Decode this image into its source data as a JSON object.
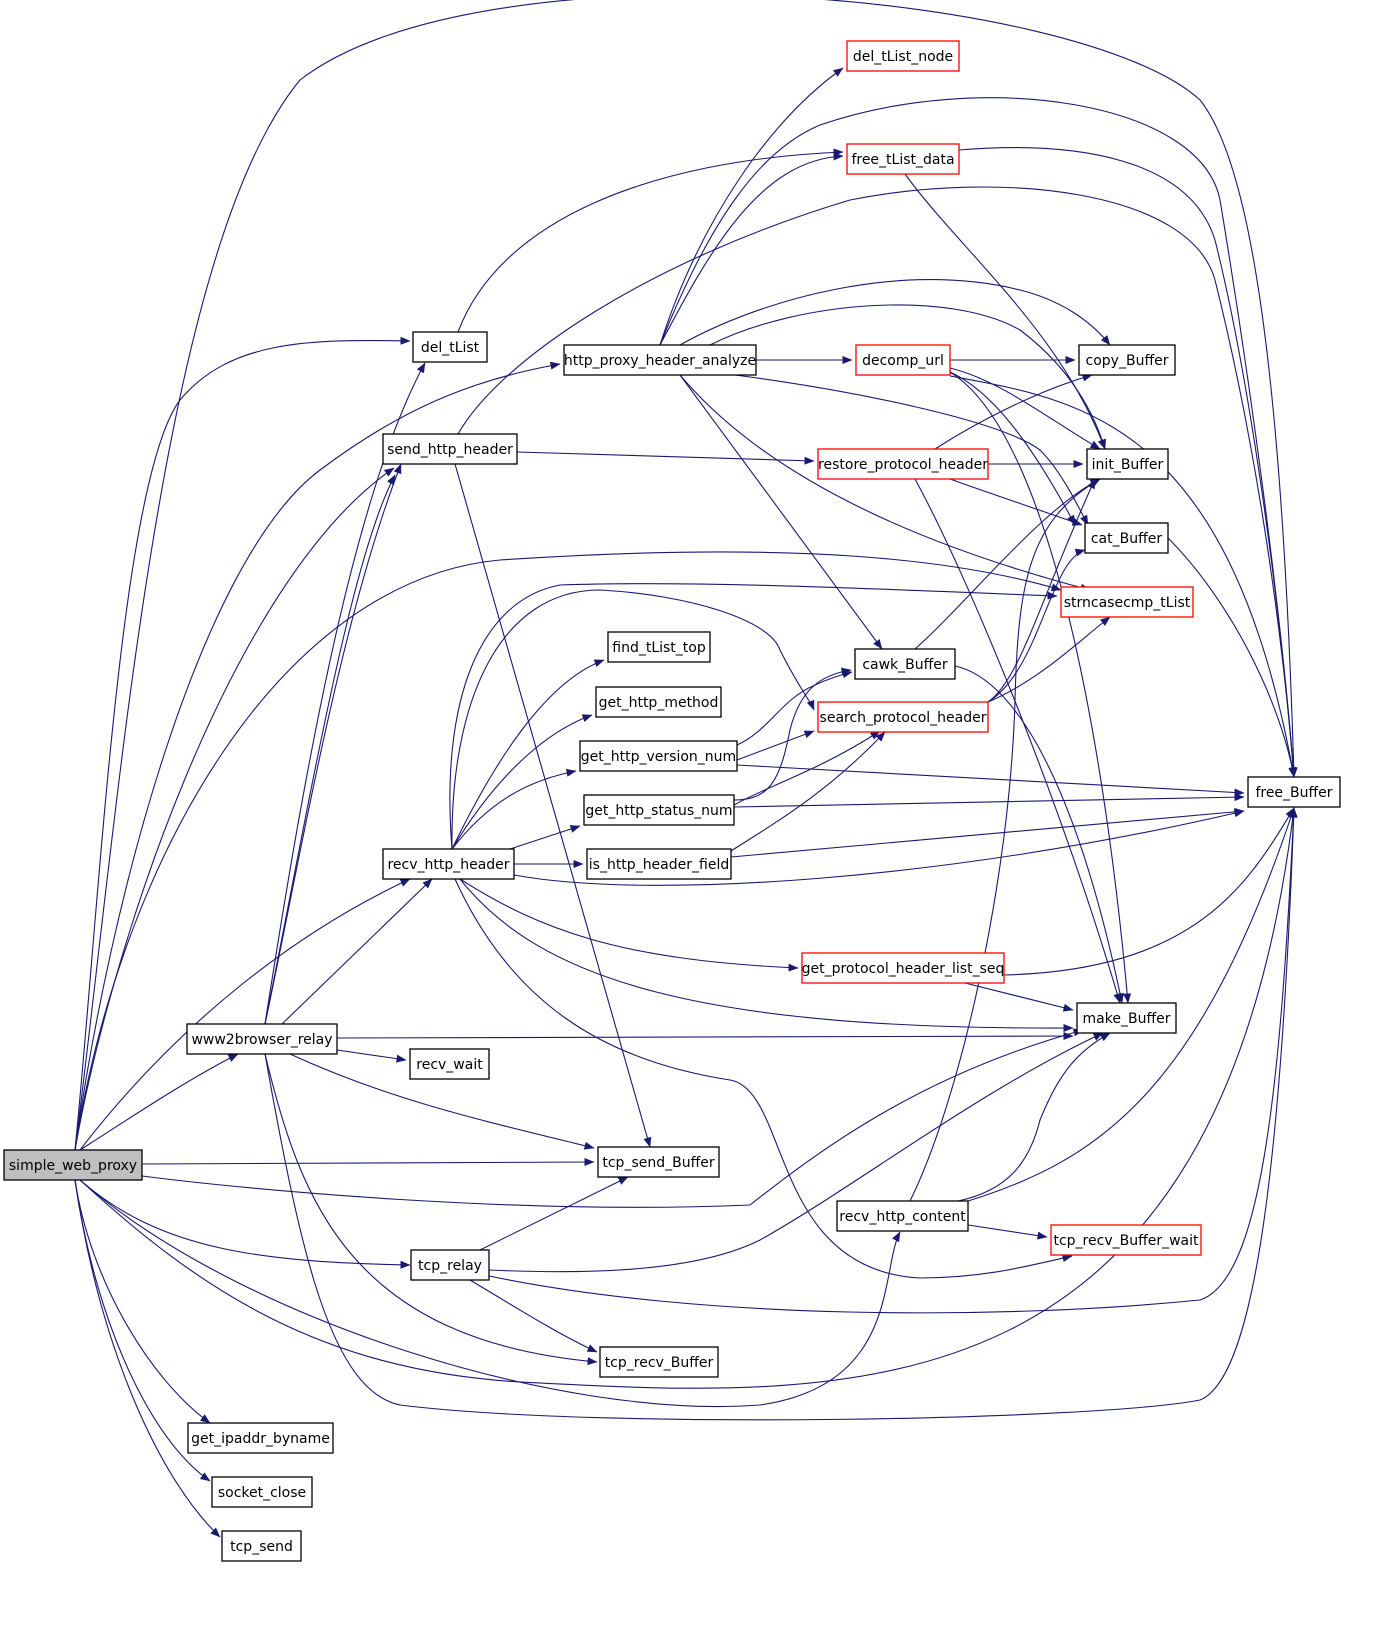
{
  "graph": {
    "type": "call-graph",
    "colors": {
      "edge": "#191970",
      "border_normal": "#000000",
      "border_truncated": "#ff0000",
      "fill_root": "#bfbfbf",
      "fill_normal": "#ffffff"
    },
    "nodes": [
      {
        "id": "simple_web_proxy",
        "label": "simple_web_proxy",
        "style": "root"
      },
      {
        "id": "del_tList_node",
        "label": "del_tList_node",
        "style": "truncated"
      },
      {
        "id": "free_tList_data",
        "label": "free_tList_data",
        "style": "truncated"
      },
      {
        "id": "del_tList",
        "label": "del_tList",
        "style": "normal"
      },
      {
        "id": "http_proxy_header_analyze",
        "label": "http_proxy_header_analyze",
        "style": "normal"
      },
      {
        "id": "decomp_url",
        "label": "decomp_url",
        "style": "truncated"
      },
      {
        "id": "copy_Buffer",
        "label": "copy_Buffer",
        "style": "normal"
      },
      {
        "id": "send_http_header",
        "label": "send_http_header",
        "style": "normal"
      },
      {
        "id": "restore_protocol_header",
        "label": "restore_protocol_header",
        "style": "truncated"
      },
      {
        "id": "init_Buffer",
        "label": "init_Buffer",
        "style": "normal"
      },
      {
        "id": "cat_Buffer",
        "label": "cat_Buffer",
        "style": "normal"
      },
      {
        "id": "strncasecmp_tList",
        "label": "strncasecmp_tList",
        "style": "truncated"
      },
      {
        "id": "find_tList_top",
        "label": "find_tList_top",
        "style": "normal"
      },
      {
        "id": "cawk_Buffer",
        "label": "cawk_Buffer",
        "style": "normal"
      },
      {
        "id": "get_http_method",
        "label": "get_http_method",
        "style": "normal"
      },
      {
        "id": "search_protocol_header",
        "label": "search_protocol_header",
        "style": "truncated"
      },
      {
        "id": "get_http_version_num",
        "label": "get_http_version_num",
        "style": "normal"
      },
      {
        "id": "free_Buffer",
        "label": "free_Buffer",
        "style": "normal"
      },
      {
        "id": "get_http_status_num",
        "label": "get_http_status_num",
        "style": "normal"
      },
      {
        "id": "recv_http_header",
        "label": "recv_http_header",
        "style": "normal"
      },
      {
        "id": "is_http_header_field",
        "label": "is_http_header_field",
        "style": "normal"
      },
      {
        "id": "get_protocol_header_list_seq",
        "label": "get_protocol_header_list_seq",
        "style": "truncated"
      },
      {
        "id": "www2browser_relay",
        "label": "www2browser_relay",
        "style": "normal"
      },
      {
        "id": "make_Buffer",
        "label": "make_Buffer",
        "style": "normal"
      },
      {
        "id": "recv_wait",
        "label": "recv_wait",
        "style": "normal"
      },
      {
        "id": "tcp_send_Buffer",
        "label": "tcp_send_Buffer",
        "style": "normal"
      },
      {
        "id": "recv_http_content",
        "label": "recv_http_content",
        "style": "normal"
      },
      {
        "id": "tcp_recv_Buffer_wait",
        "label": "tcp_recv_Buffer_wait",
        "style": "truncated"
      },
      {
        "id": "tcp_relay",
        "label": "tcp_relay",
        "style": "normal"
      },
      {
        "id": "tcp_recv_Buffer",
        "label": "tcp_recv_Buffer",
        "style": "normal"
      },
      {
        "id": "get_ipaddr_byname",
        "label": "get_ipaddr_byname",
        "style": "normal"
      },
      {
        "id": "socket_close",
        "label": "socket_close",
        "style": "normal"
      },
      {
        "id": "tcp_send",
        "label": "tcp_send",
        "style": "normal"
      }
    ],
    "edges": [
      [
        "simple_web_proxy",
        "del_tList"
      ],
      [
        "simple_web_proxy",
        "http_proxy_header_analyze"
      ],
      [
        "simple_web_proxy",
        "send_http_header"
      ],
      [
        "simple_web_proxy",
        "recv_http_header"
      ],
      [
        "simple_web_proxy",
        "www2browser_relay"
      ],
      [
        "simple_web_proxy",
        "tcp_send_Buffer"
      ],
      [
        "simple_web_proxy",
        "make_Buffer"
      ],
      [
        "simple_web_proxy",
        "recv_http_content"
      ],
      [
        "simple_web_proxy",
        "tcp_relay"
      ],
      [
        "simple_web_proxy",
        "free_Buffer"
      ],
      [
        "simple_web_proxy",
        "free_Buffer"
      ],
      [
        "simple_web_proxy",
        "get_ipaddr_byname"
      ],
      [
        "simple_web_proxy",
        "socket_close"
      ],
      [
        "simple_web_proxy",
        "tcp_send"
      ],
      [
        "simple_web_proxy",
        "strncasecmp_tList"
      ],
      [
        "del_tList",
        "free_tList_data"
      ],
      [
        "free_tList_data",
        "free_Buffer"
      ],
      [
        "free_tList_data",
        "init_Buffer"
      ],
      [
        "http_proxy_header_analyze",
        "del_tList_node"
      ],
      [
        "http_proxy_header_analyze",
        "free_Buffer"
      ],
      [
        "http_proxy_header_analyze",
        "free_tList_data"
      ],
      [
        "http_proxy_header_analyze",
        "decomp_url"
      ],
      [
        "http_proxy_header_analyze",
        "copy_Buffer"
      ],
      [
        "http_proxy_header_analyze",
        "init_Buffer"
      ],
      [
        "http_proxy_header_analyze",
        "cat_Buffer"
      ],
      [
        "http_proxy_header_analyze",
        "strncasecmp_tList"
      ],
      [
        "http_proxy_header_analyze",
        "cawk_Buffer"
      ],
      [
        "decomp_url",
        "copy_Buffer"
      ],
      [
        "decomp_url",
        "init_Buffer"
      ],
      [
        "decomp_url",
        "cat_Buffer"
      ],
      [
        "decomp_url",
        "free_Buffer"
      ],
      [
        "decomp_url",
        "make_Buffer"
      ],
      [
        "send_http_header",
        "free_Buffer"
      ],
      [
        "send_http_header",
        "restore_protocol_header"
      ],
      [
        "send_http_header",
        "tcp_send_Buffer"
      ],
      [
        "restore_protocol_header",
        "copy_Buffer"
      ],
      [
        "restore_protocol_header",
        "init_Buffer"
      ],
      [
        "restore_protocol_header",
        "cat_Buffer"
      ],
      [
        "restore_protocol_header",
        "make_Buffer"
      ],
      [
        "cat_Buffer",
        "free_Buffer"
      ],
      [
        "cawk_Buffer",
        "init_Buffer"
      ],
      [
        "cawk_Buffer",
        "make_Buffer"
      ],
      [
        "search_protocol_header",
        "init_Buffer"
      ],
      [
        "search_protocol_header",
        "cat_Buffer"
      ],
      [
        "search_protocol_header",
        "strncasecmp_tList"
      ],
      [
        "get_http_version_num",
        "cawk_Buffer"
      ],
      [
        "get_http_version_num",
        "search_protocol_header"
      ],
      [
        "get_http_version_num",
        "free_Buffer"
      ],
      [
        "get_http_status_num",
        "cawk_Buffer"
      ],
      [
        "get_http_status_num",
        "search_protocol_header"
      ],
      [
        "get_http_status_num",
        "free_Buffer"
      ],
      [
        "is_http_header_field",
        "search_protocol_header"
      ],
      [
        "is_http_header_field",
        "free_Buffer"
      ],
      [
        "recv_http_header",
        "strncasecmp_tList"
      ],
      [
        "recv_http_header",
        "search_protocol_header"
      ],
      [
        "recv_http_header",
        "find_tList_top"
      ],
      [
        "recv_http_header",
        "get_http_method"
      ],
      [
        "recv_http_header",
        "get_http_version_num"
      ],
      [
        "recv_http_header",
        "get_http_status_num"
      ],
      [
        "recv_http_header",
        "is_http_header_field"
      ],
      [
        "recv_http_header",
        "free_Buffer"
      ],
      [
        "recv_http_header",
        "get_protocol_header_list_seq"
      ],
      [
        "recv_http_header",
        "make_Buffer"
      ],
      [
        "recv_http_header",
        "tcp_recv_Buffer_wait"
      ],
      [
        "get_protocol_header_list_seq",
        "free_Buffer"
      ],
      [
        "get_protocol_header_list_seq",
        "make_Buffer"
      ],
      [
        "www2browser_relay",
        "del_tList"
      ],
      [
        "www2browser_relay",
        "send_http_header"
      ],
      [
        "www2browser_relay",
        "send_http_header"
      ],
      [
        "www2browser_relay",
        "recv_http_header"
      ],
      [
        "www2browser_relay",
        "make_Buffer"
      ],
      [
        "www2browser_relay",
        "recv_wait"
      ],
      [
        "www2browser_relay",
        "tcp_send_Buffer"
      ],
      [
        "www2browser_relay",
        "tcp_recv_Buffer"
      ],
      [
        "www2browser_relay",
        "free_Buffer"
      ],
      [
        "recv_http_content",
        "init_Buffer"
      ],
      [
        "recv_http_content",
        "make_Buffer"
      ],
      [
        "recv_http_content",
        "free_Buffer"
      ],
      [
        "recv_http_content",
        "tcp_recv_Buffer_wait"
      ],
      [
        "tcp_relay",
        "tcp_send_Buffer"
      ],
      [
        "tcp_relay",
        "make_Buffer"
      ],
      [
        "tcp_relay",
        "free_Buffer"
      ],
      [
        "tcp_relay",
        "tcp_recv_Buffer"
      ]
    ]
  }
}
